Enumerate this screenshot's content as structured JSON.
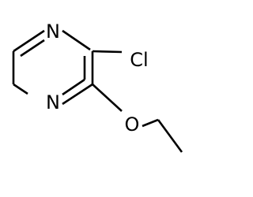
{
  "atoms": {
    "n_top": "N",
    "n_bottom": "N",
    "cl": "Cl",
    "o": "O"
  }
}
